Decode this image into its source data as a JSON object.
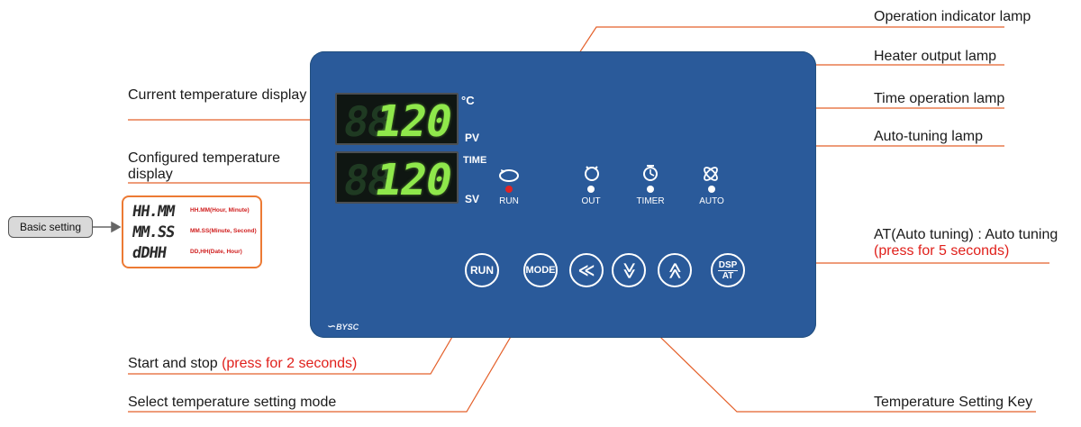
{
  "annotations": {
    "current_temp": "Current temperature display",
    "configured_temp": "Configured temperature display",
    "operation_indicator": "Operation indicator lamp",
    "heater_output": "Heater output lamp",
    "time_operation": "Time operation lamp",
    "auto_tuning": "Auto-tuning lamp",
    "at_key_main": "AT(Auto tuning) : Auto tuning",
    "at_key_note": "(press for 5 seconds)",
    "start_stop_main": "Start and stop",
    "start_stop_note": "(press for 2 seconds)",
    "select_mode": "Select temperature setting mode",
    "temp_setting_key": "Temperature Setting Key"
  },
  "basic_setting": {
    "label": "Basic setting",
    "rows": [
      {
        "display": "HH.MM",
        "caption": "HH.MM(Hour, Minute)"
      },
      {
        "display": "MM.SS",
        "caption": "MM.SS(Minute, Second)"
      },
      {
        "display": "dDHH",
        "caption": "DD,HH(Date, Hour)"
      }
    ]
  },
  "panel": {
    "pv_value": "120",
    "sv_value": "120",
    "unit": "°C",
    "pv_label": "PV",
    "sv_label": "SV",
    "time_label": "TIME",
    "logo": "BYSC",
    "lamps": [
      {
        "label": "RUN",
        "icon": "rotate-icon",
        "color": "#e02424"
      },
      {
        "label": "OUT",
        "icon": "heater-icon",
        "color": "#ffffff"
      },
      {
        "label": "TIMER",
        "icon": "timer-icon",
        "color": "#ffffff"
      },
      {
        "label": "AUTO",
        "icon": "atom-icon",
        "color": "#ffffff"
      }
    ],
    "buttons": {
      "run": "RUN",
      "mode": "MODE",
      "left": "≪",
      "down": "≫",
      "up": "≫",
      "dsp": "DSP",
      "at": "AT"
    }
  },
  "colors": {
    "panel": "#2a5a9a",
    "leader_line": "#e4602a",
    "note_red": "#e0201b",
    "display_digit": "#8fe84b"
  }
}
